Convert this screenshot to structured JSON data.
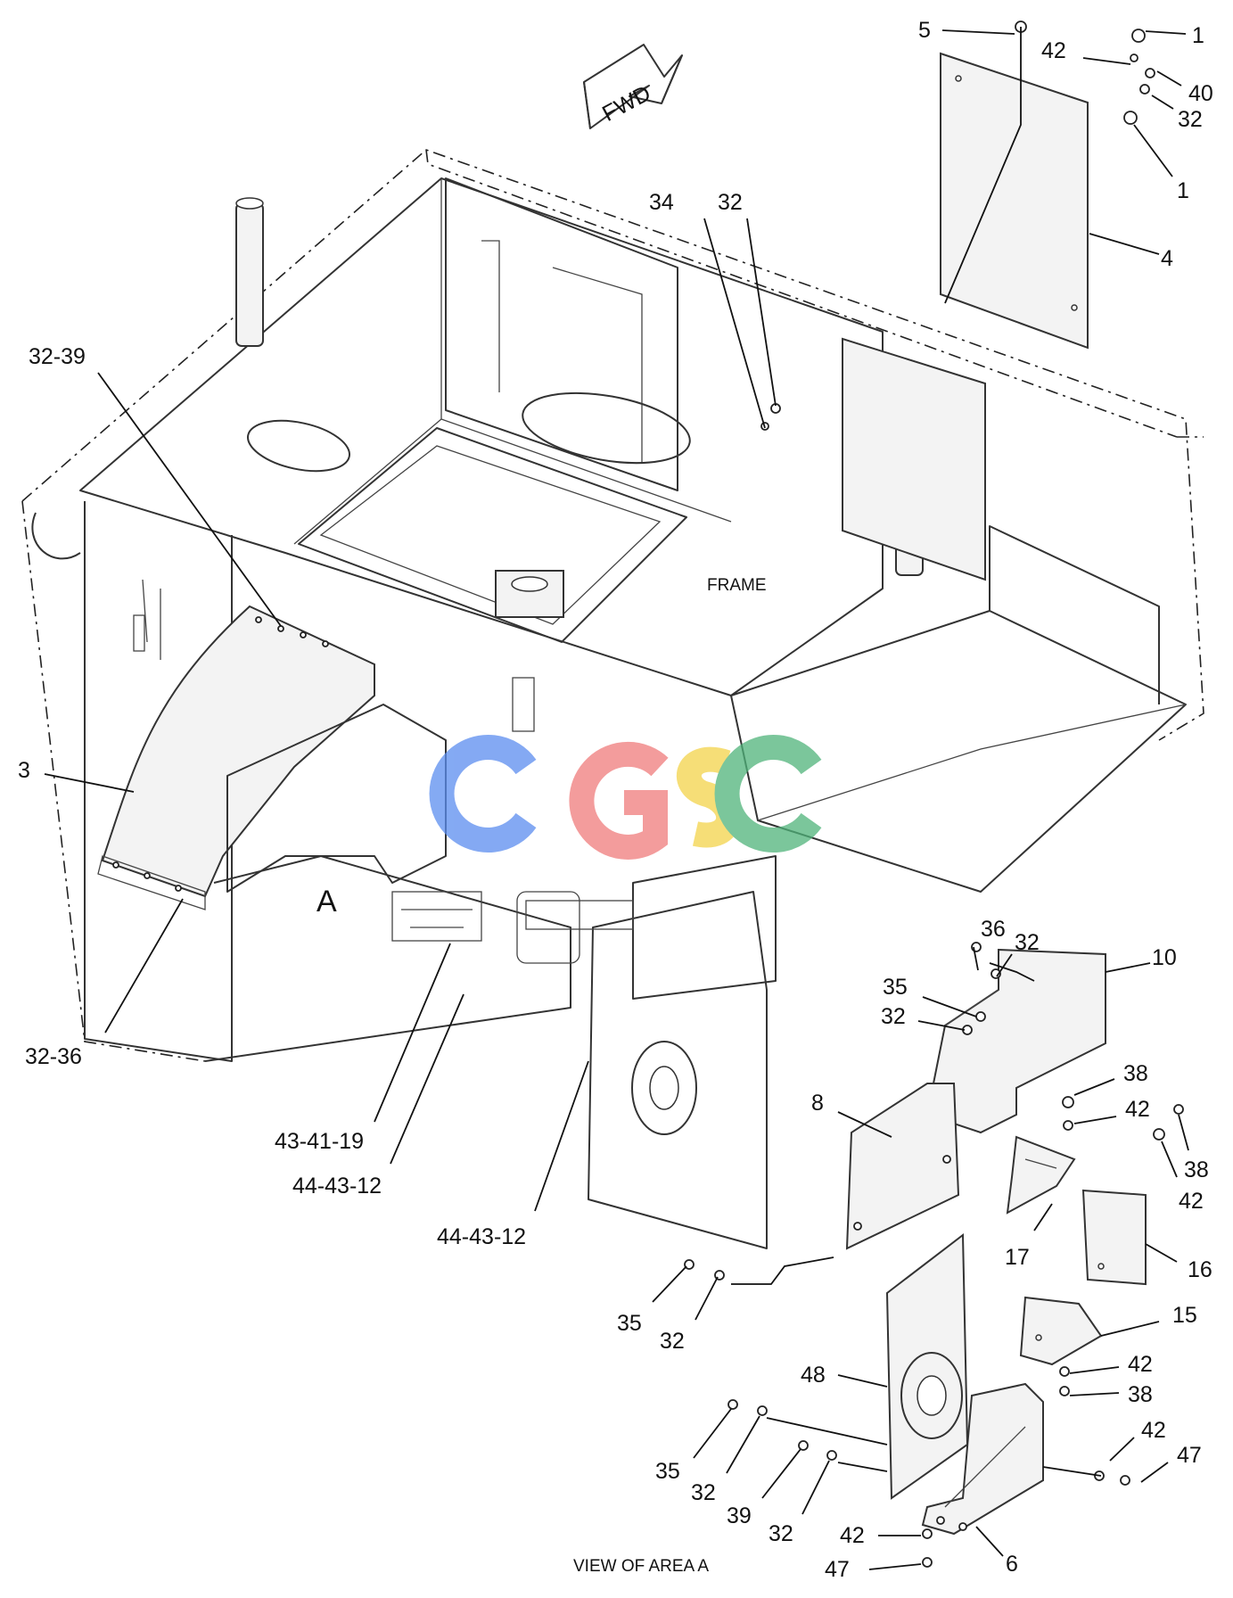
{
  "direction_label": "FWD",
  "frame_label": "FRAME",
  "area_marker": "A",
  "view_caption": "VIEW OF AREA A",
  "watermark": "CGSC",
  "watermark_colors": [
    "#5b8def",
    "#ef7b7b",
    "#f3d34a",
    "#4fb37a"
  ],
  "callouts": {
    "c5": "5",
    "c1a": "1",
    "c42a": "42",
    "c40": "40",
    "c32a": "32",
    "c1b": "1",
    "c34": "34",
    "c32b": "32",
    "c4": "4",
    "c3239": "32-39",
    "c3": "3",
    "c3236": "32-36",
    "c434119": "43-41-19",
    "c444312a": "44-43-12",
    "c444312b": "44-43-12",
    "c36": "36",
    "c32c": "32",
    "c10": "10",
    "c35a": "35",
    "c32d": "32",
    "c38a": "38",
    "c8": "8",
    "c42b": "42",
    "c38b": "38",
    "c42c": "42",
    "c17": "17",
    "c16": "16",
    "c35b": "35",
    "c32e": "32",
    "c15": "15",
    "c48": "48",
    "c42d": "42",
    "c38c": "38",
    "c35c": "35",
    "c32f": "32",
    "c42e": "42",
    "c47a": "47",
    "c39": "39",
    "c32g": "32",
    "c42f": "42",
    "c47b": "47",
    "c6": "6"
  }
}
